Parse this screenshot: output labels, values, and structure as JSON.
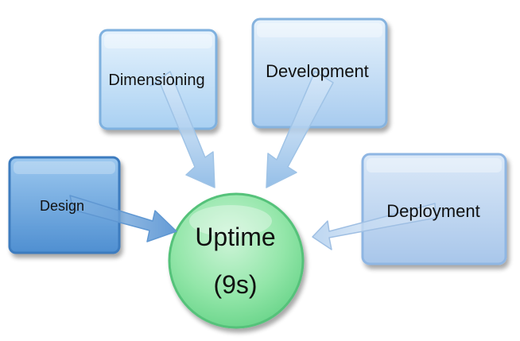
{
  "center": {
    "line1": "Uptime",
    "line2": "(9s)"
  },
  "nodes": {
    "dimensioning": "Dimensioning",
    "development": "Development",
    "design": "Design",
    "deployment": "Deployment"
  },
  "colors": {
    "center_fill": "#8fe3a6",
    "box_fill_dark": "#6fa9e0",
    "box_fill_light": "#cfe6f9",
    "arrow_fill": "#9dc3ea"
  }
}
